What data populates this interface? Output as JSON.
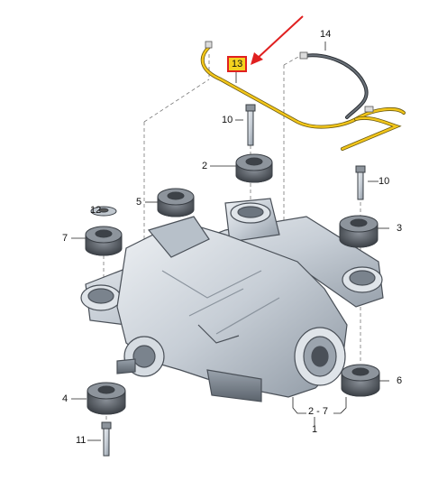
{
  "callouts": {
    "c1": "1",
    "c2": "2",
    "c2_7": "2 - 7",
    "c3": "3",
    "c4": "4",
    "c5": "5",
    "c6": "6",
    "c7": "7",
    "c10a": "10",
    "c10b": "10",
    "c11": "11",
    "c12": "12",
    "c13": "13",
    "c14": "14"
  },
  "colors": {
    "highlight_fill": "#f3d21f",
    "highlight_border": "#e02020",
    "arrow": "#e02020",
    "hose": "#f3c61a",
    "metal": "#c9d0d8",
    "rubber": "#555a60"
  }
}
